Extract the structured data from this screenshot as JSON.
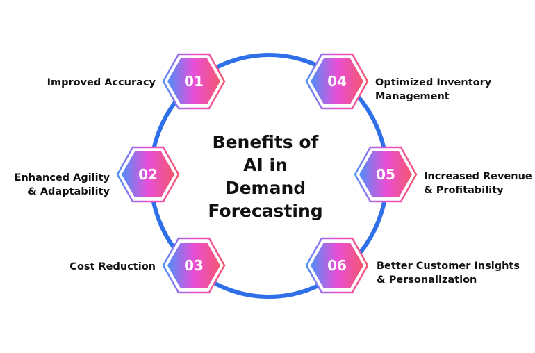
{
  "title_lines": [
    "Benefits of",
    "AI in",
    "Demand",
    "Forecasting"
  ],
  "items": [
    {
      "number": "01",
      "label_lines": [
        "Improved Accuracy"
      ]
    },
    {
      "number": "02",
      "label_lines": [
        "Enhanced Agility",
        "& Adaptability"
      ]
    },
    {
      "number": "03",
      "label_lines": [
        "Cost Reduction"
      ]
    },
    {
      "number": "04",
      "label_lines": [
        "Optimized Inventory",
        "Management"
      ]
    },
    {
      "number": "05",
      "label_lines": [
        "Increased Revenue",
        "& Profitability"
      ]
    },
    {
      "number": "06",
      "label_lines": [
        "Better Customer Insights",
        "& Personalization"
      ]
    }
  ],
  "colors": {
    "ring": "#2f6fe8",
    "grad_start": "#4f8ff7",
    "grad_mid": "#e84fd8",
    "grad_end": "#f4566e"
  }
}
